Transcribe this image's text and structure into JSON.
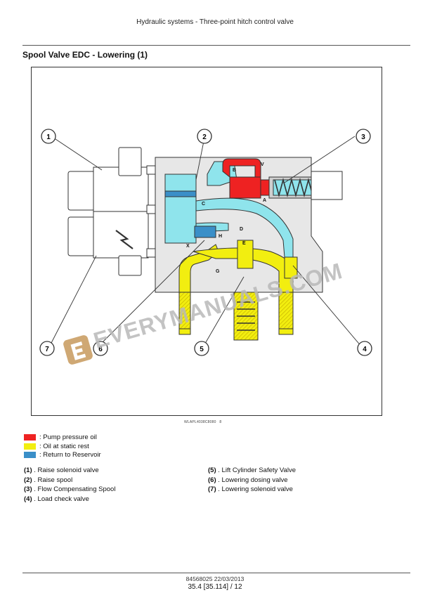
{
  "header": {
    "running_title": "Hydraulic systems - Three-point hitch control valve"
  },
  "section": {
    "title": "Spool Valve EDC - Lowering (1)"
  },
  "figure": {
    "reference": "WLAPL4038C8080",
    "reference_suffix": "8",
    "callout_numbers": [
      "1",
      "2",
      "3",
      "4",
      "5",
      "6",
      "7"
    ],
    "port_letters": [
      "B",
      "V",
      "A",
      "C",
      "D",
      "E",
      "H",
      "G",
      "X"
    ],
    "watermark": "EVERYMANUALS.COM"
  },
  "legend": [
    {
      "color": "#ee2222",
      "label": ": Pump pressure oil"
    },
    {
      "color": "#f2ee10",
      "label": ": Oil at static rest"
    },
    {
      "color": "#3a8fc8",
      "label": ": Return to Reservoir"
    }
  ],
  "callouts": {
    "left": [
      {
        "num": "(1)",
        "label": ". Raise solenoid valve"
      },
      {
        "num": "(2)",
        "label": ". Raise spool"
      },
      {
        "num": "(3)",
        "label": ". Flow Compensating Spool"
      },
      {
        "num": "(4)",
        "label": ". Load check valve"
      }
    ],
    "right": [
      {
        "num": "(5)",
        "label": ". Lift Cylinder Safety Valve"
      },
      {
        "num": "(6)",
        "label": ". Lowering dosing valve"
      },
      {
        "num": "(7)",
        "label": ". Lowering solenoid valve"
      }
    ]
  },
  "footer": {
    "doc_id": "84568025 22/03/2013",
    "page": "35.4 [35.114] / 12"
  }
}
